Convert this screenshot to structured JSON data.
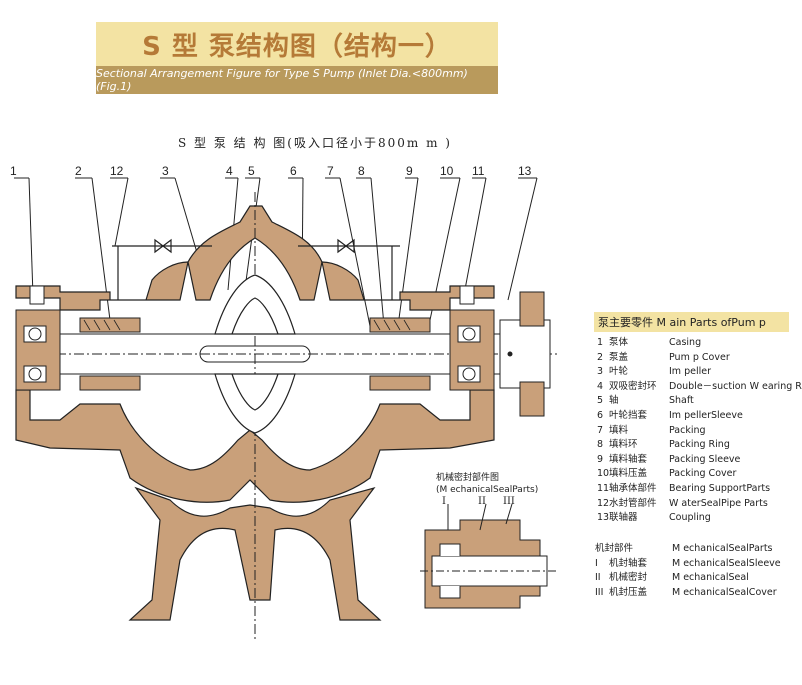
{
  "header": {
    "title": "S 型 泵结构图（结构一）",
    "subtitle": "Sectional Arrangement Figure for Type S Pump (Inlet Dia.<800mm)  (Fig.1)"
  },
  "diagram": {
    "caption": "S 型 泵 结 构 图(吸入口径小于800m m )",
    "callouts": [
      "1",
      "2",
      "12",
      "3",
      "4",
      "5",
      "6",
      "7",
      "8",
      "9",
      "10",
      "11",
      "13"
    ]
  },
  "parts": {
    "header": "泵主要零件 M ain Parts ofPum p",
    "items": [
      {
        "num": "1",
        "zh": "泵体",
        "en": "Casing"
      },
      {
        "num": "2",
        "zh": "泵盖",
        "en": "Pum p Cover"
      },
      {
        "num": "3",
        "zh": "叶轮",
        "en": "Im peller"
      },
      {
        "num": "4",
        "zh": "双吸密封环",
        "en": "Double－suction W earing Ring"
      },
      {
        "num": "5",
        "zh": "轴",
        "en": "Shaft"
      },
      {
        "num": "6",
        "zh": "叶轮挡套",
        "en": "Im pellerSleeve"
      },
      {
        "num": "7",
        "zh": "填料",
        "en": "Packing"
      },
      {
        "num": "8",
        "zh": "填料环",
        "en": "Packing Ring"
      },
      {
        "num": "9",
        "zh": "填料轴套",
        "en": "Packing Sleeve"
      },
      {
        "num": "10",
        "zh": "填料压盖",
        "en": "Packing Cover"
      },
      {
        "num": "11",
        "zh": "轴承体部件",
        "en": "Bearing SupportParts"
      },
      {
        "num": "12",
        "zh": "水封管部件",
        "en": "W aterSealPipe Parts"
      },
      {
        "num": "13",
        "zh": "联轴器",
        "en": "Coupling"
      }
    ]
  },
  "mechanical_seal": {
    "caption_zh": "机械密封部件图",
    "caption_en": "(M echanicalSealParts)",
    "callouts": [
      "I",
      "II",
      "III"
    ],
    "title_zh": "机封部件",
    "title_en": "M echanicalSealParts",
    "items": [
      {
        "num": "I",
        "zh": "机封轴套",
        "en": "M echanicalSealSleeve"
      },
      {
        "num": "II",
        "zh": "机械密封",
        "en": "M echanicalSeal"
      },
      {
        "num": "III",
        "zh": "机封压盖",
        "en": "M echanicalSealCover"
      }
    ]
  },
  "colors": {
    "banner_bg": "#f3e3a3",
    "banner_text": "#b57a37",
    "subtitle_bg": "#b99a5c",
    "casing_fill": "#c9a07a",
    "line": "#222222"
  }
}
